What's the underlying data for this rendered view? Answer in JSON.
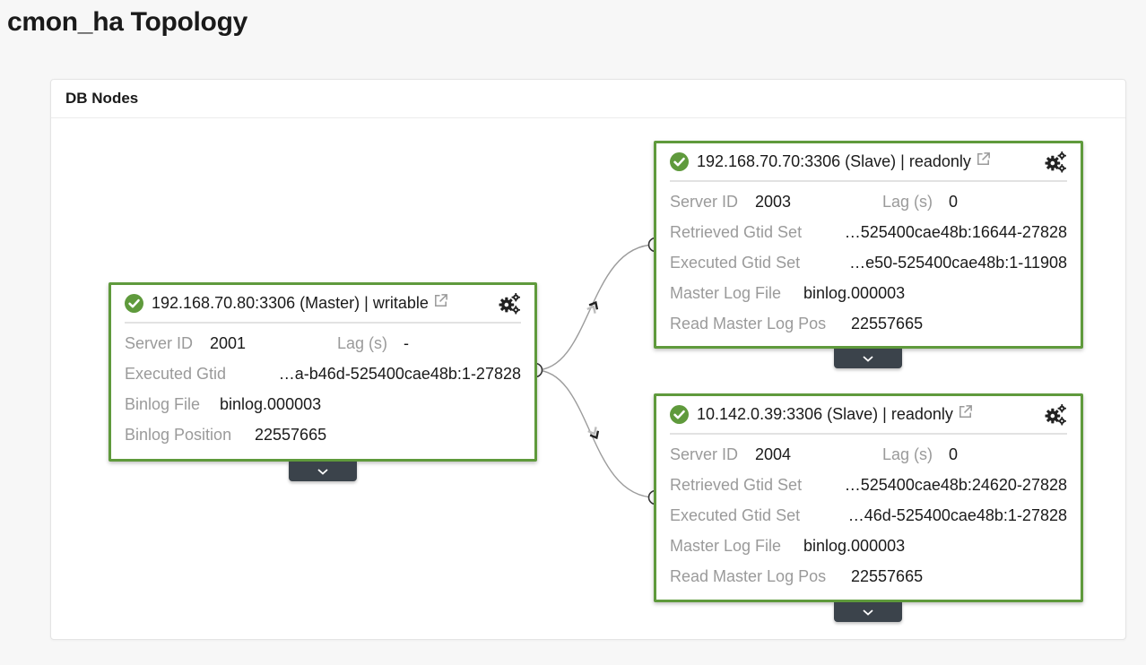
{
  "page_title": "cmon_ha Topology",
  "panel_title": "DB Nodes",
  "colors": {
    "node_border": "#5f9a3c",
    "status_ok": "#5f9a3c",
    "toggle_bg": "#3b434b",
    "label": "#9a9a9a"
  },
  "master": {
    "title": "192.168.70.80:3306 (Master) | writable",
    "server_id_label": "Server ID",
    "server_id": "2001",
    "lag_label": "Lag (s)",
    "lag": "-",
    "executed_gtid_label": "Executed Gtid",
    "executed_gtid": "…a-b46d-525400cae48b:1-27828",
    "binlog_file_label": "Binlog File",
    "binlog_file": "binlog.000003",
    "binlog_position_label": "Binlog Position",
    "binlog_position": "22557665"
  },
  "slaves": [
    {
      "title": "192.168.70.70:3306 (Slave) | readonly",
      "server_id_label": "Server ID",
      "server_id": "2003",
      "lag_label": "Lag (s)",
      "lag": "0",
      "retrieved_gtid_label": "Retrieved Gtid Set",
      "retrieved_gtid": "…525400cae48b:16644-27828",
      "executed_gtid_label": "Executed Gtid Set",
      "executed_gtid": "…e50-525400cae48b:1-11908",
      "master_log_file_label": "Master Log File",
      "master_log_file": "binlog.000003",
      "read_master_log_pos_label": "Read Master Log Pos",
      "read_master_log_pos": "22557665"
    },
    {
      "title": "10.142.0.39:3306 (Slave) | readonly",
      "server_id_label": "Server ID",
      "server_id": "2004",
      "lag_label": "Lag (s)",
      "lag": "0",
      "retrieved_gtid_label": "Retrieved Gtid Set",
      "retrieved_gtid": "…525400cae48b:24620-27828",
      "executed_gtid_label": "Executed Gtid Set",
      "executed_gtid": "…46d-525400cae48b:1-27828",
      "master_log_file_label": "Master Log File",
      "master_log_file": "binlog.000003",
      "read_master_log_pos_label": "Read Master Log Pos",
      "read_master_log_pos": "22557665"
    }
  ],
  "icons": {
    "status": "check-circle-icon",
    "external": "external-link-icon",
    "settings": "gears-icon",
    "expand": "chevron-down-icon"
  }
}
